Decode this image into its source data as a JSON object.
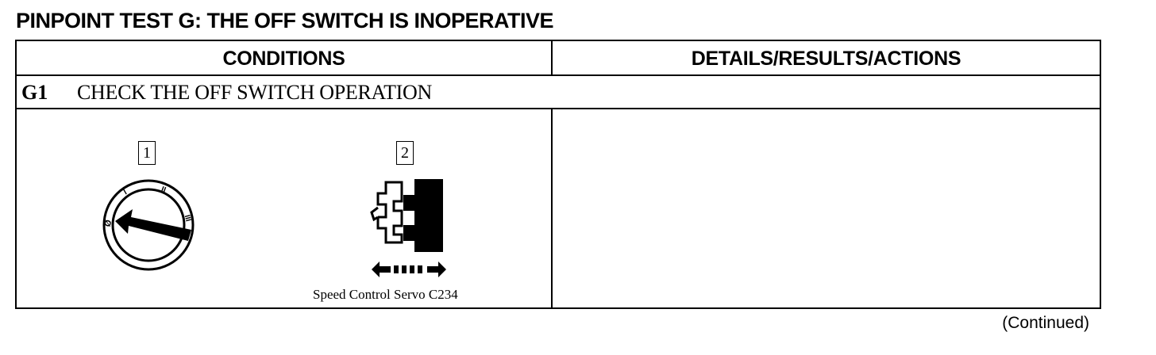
{
  "page": {
    "title": "PINPOINT TEST G:  THE OFF SWITCH IS INOPERATIVE",
    "continued": "(Continued)"
  },
  "table": {
    "headers": [
      "CONDITIONS",
      "DETAILS/RESULTS/ACTIONS"
    ],
    "step": {
      "id": "G1",
      "title": "CHECK THE OFF SWITCH OPERATION"
    },
    "illustrations": [
      {
        "callout": "1",
        "icon": "rotary-switch-icon",
        "position_labels": [
          "Ø",
          "I",
          "II",
          "III"
        ]
      },
      {
        "callout": "2",
        "icon": "connector-icon",
        "caption": "Speed Control Servo C234"
      }
    ]
  }
}
